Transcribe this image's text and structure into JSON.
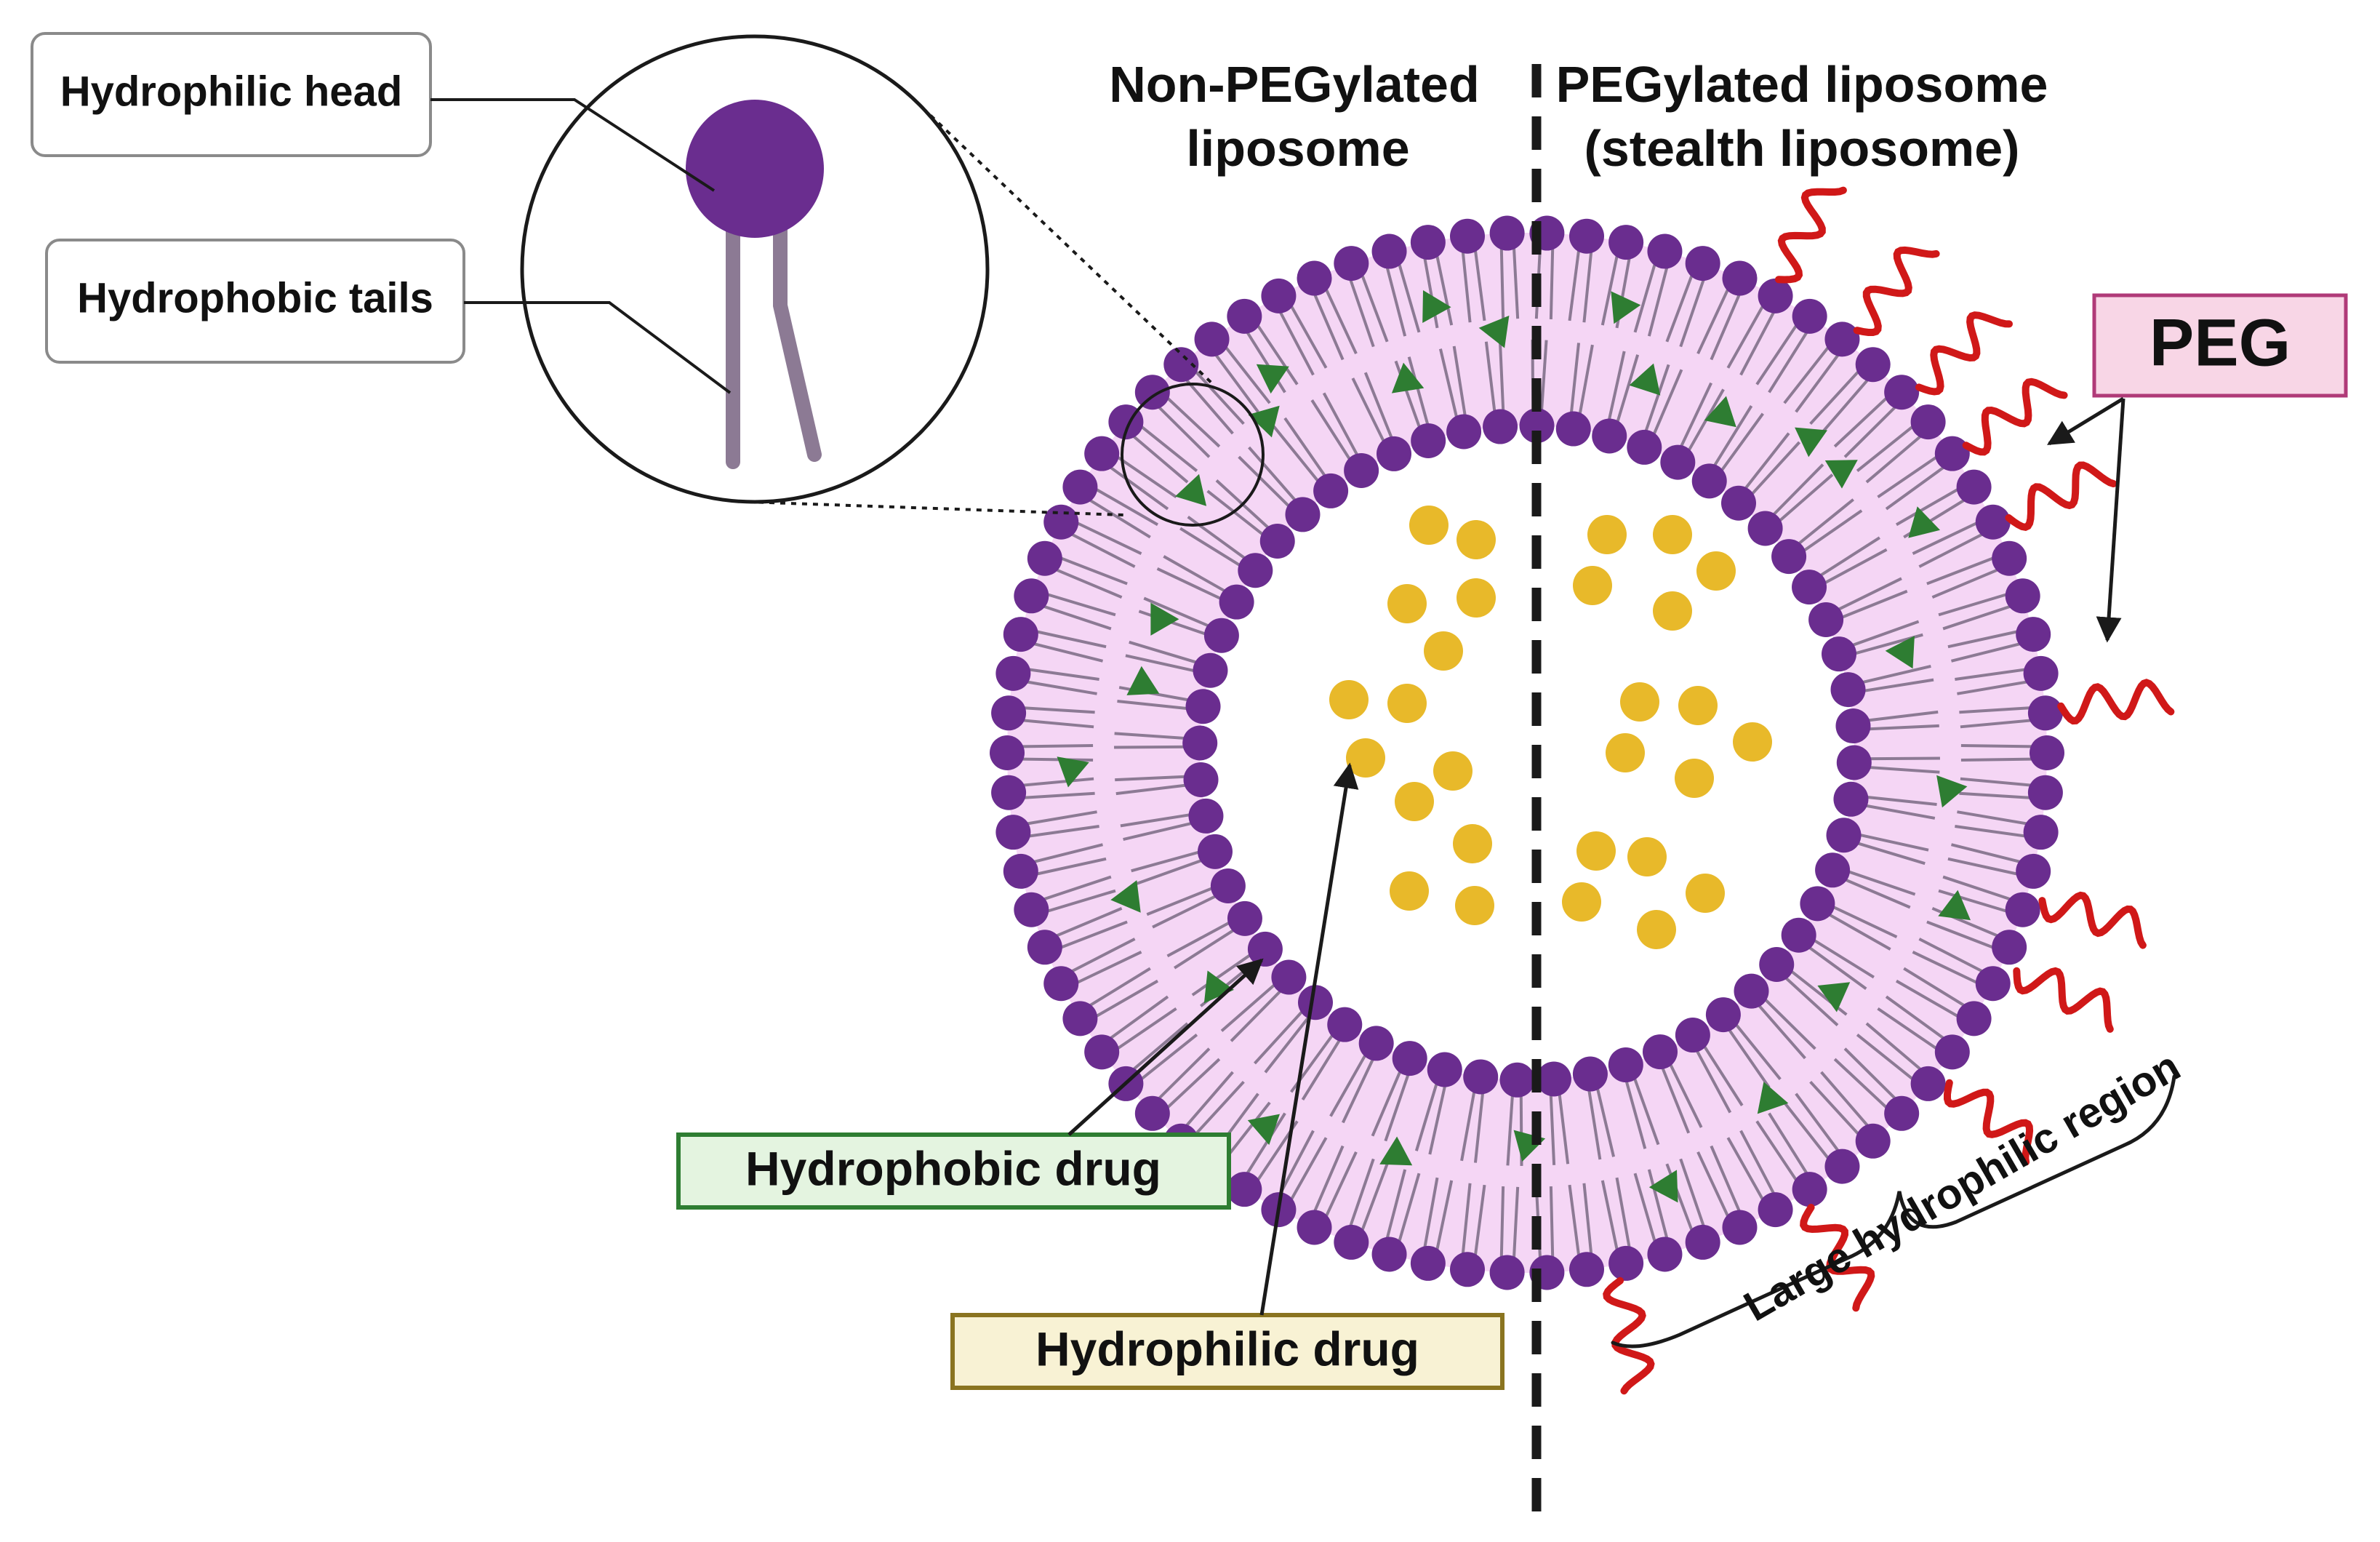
{
  "labels": {
    "hydrophilic_head": "Hydrophilic head",
    "hydrophobic_tails": "Hydrophobic tails",
    "non_pegylated_line1": "Non-PEGylated",
    "non_pegylated_line2": "liposome",
    "pegylated_line1": "PEGylated liposome",
    "pegylated_line2": "(stealth liposome)",
    "peg": "PEG",
    "hydrophobic_drug": "Hydrophobic drug",
    "hydrophilic_drug": "Hydrophilic drug",
    "large_hydrophilic_region": "Large hydrophilic region"
  },
  "colors": {
    "phospholipid_head": "#6a2d8f",
    "lipid_tail": "#8c7a94",
    "bilayer_fill": "#f5d6f5",
    "hydrophobic_drug": "#2e7d32",
    "hydrophilic_drug": "#e8b92a",
    "peg_chain": "#d01818",
    "peg_box_fill": "#f8d6e6",
    "peg_box_border": "#b03a78",
    "hydrophobic_box_fill": "#e4f4e0",
    "hydrophobic_box_border": "#2e7d32",
    "hydrophilic_box_fill": "#f8f2d4",
    "hydrophilic_box_border": "#8a7420"
  }
}
